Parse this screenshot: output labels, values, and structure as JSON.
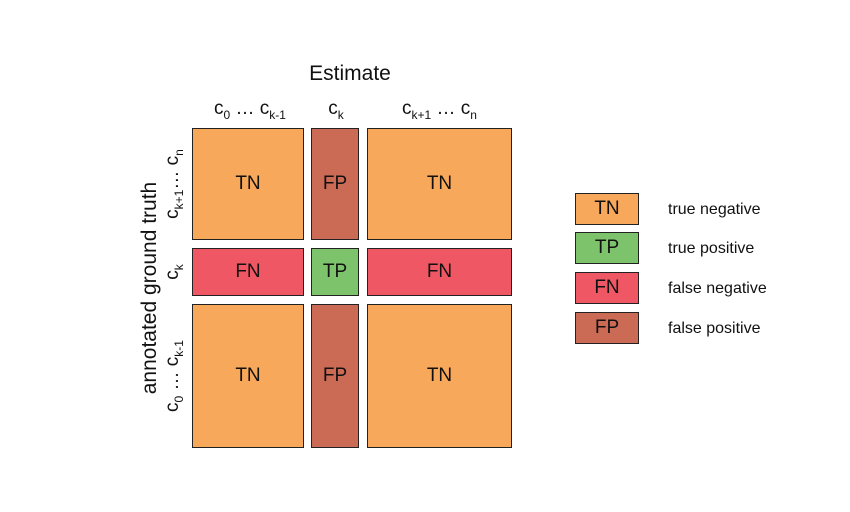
{
  "title": "Estimate",
  "y_axis_label": "annotated ground truth",
  "columns": {
    "left": {
      "a": "c",
      "a_sub": "0",
      "dots": " … ",
      "b": "c",
      "b_sub": "k-1"
    },
    "mid": {
      "a": "c",
      "a_sub": "k"
    },
    "right": {
      "a": "c",
      "a_sub": "k+1",
      "dots": " … ",
      "b": "c",
      "b_sub": "n"
    }
  },
  "rows": {
    "top": {
      "a": "c",
      "a_sub": "k+1",
      "dots": "… ",
      "b": "c",
      "b_sub": "n"
    },
    "mid": {
      "a": "c",
      "a_sub": "k"
    },
    "bottom": {
      "a": "c",
      "a_sub": "0",
      "dots": " … ",
      "b": "c",
      "b_sub": "k-1"
    }
  },
  "cells": {
    "r1c1": "TN",
    "r1c2": "FP",
    "r1c3": "TN",
    "r2c1": "FN",
    "r2c2": "TP",
    "r2c3": "FN",
    "r3c1": "TN",
    "r3c2": "FP",
    "r3c3": "TN"
  },
  "legend": [
    {
      "code": "TN",
      "label": "true negative",
      "color": "#F8A85A"
    },
    {
      "code": "TP",
      "label": "true positive",
      "color": "#7DC36B"
    },
    {
      "code": "FN",
      "label": "false negative",
      "color": "#EF5764"
    },
    {
      "code": "FP",
      "label": "false positive",
      "color": "#CB6B55"
    }
  ],
  "colors": {
    "TN": "#F8A85A",
    "TP": "#7DC36B",
    "FN": "#EF5764",
    "FP": "#CB6B55"
  }
}
